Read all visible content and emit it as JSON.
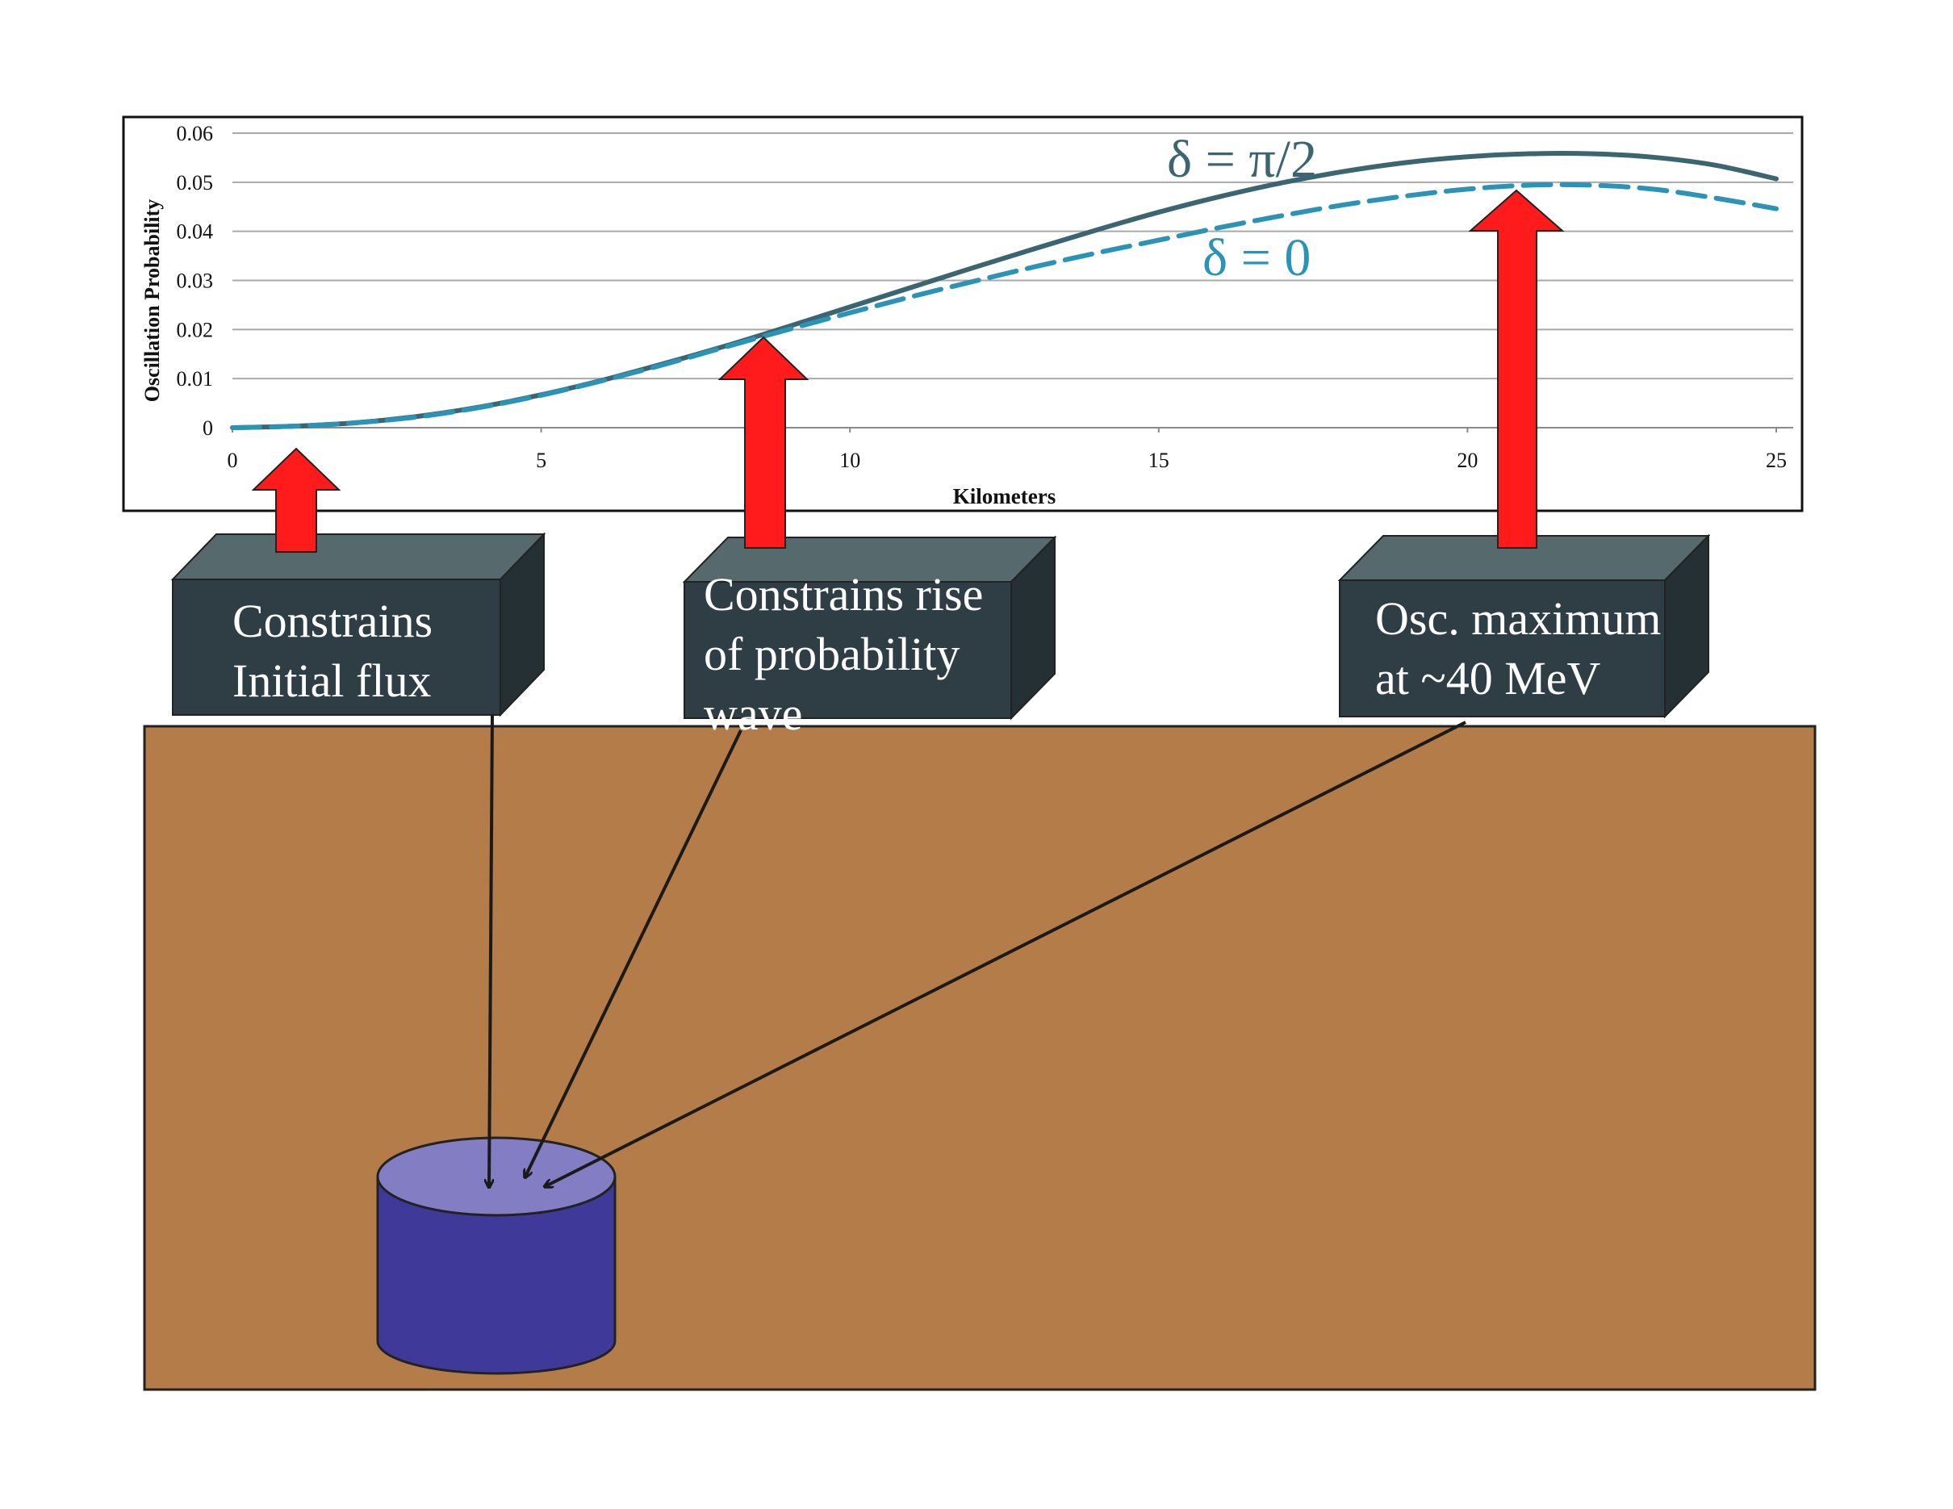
{
  "chart_data": {
    "type": "line",
    "xlabel": "Kilometers",
    "ylabel": "Oscillation Probability",
    "xlim": [
      0,
      25
    ],
    "ylim": [
      0,
      0.06
    ],
    "x_ticks": [
      "0",
      "5",
      "10",
      "15",
      "20",
      "25"
    ],
    "y_ticks": [
      "0",
      "0.01",
      "0.02",
      "0.03",
      "0.04",
      "0.05",
      "0.06"
    ],
    "grid": "horizontal",
    "series": [
      {
        "name": "δ = π/2",
        "style": "solid",
        "color": "#3b6570",
        "x": [
          0,
          1,
          2,
          3,
          4,
          5,
          6,
          7,
          8,
          9,
          10,
          11,
          12,
          13,
          14,
          15,
          16,
          17,
          18,
          19,
          20,
          21,
          22,
          23,
          24,
          25
        ],
        "values": [
          0,
          0.0003,
          0.001,
          0.0023,
          0.0042,
          0.0067,
          0.0097,
          0.0131,
          0.0167,
          0.0206,
          0.0246,
          0.0286,
          0.0326,
          0.0365,
          0.0403,
          0.0439,
          0.0471,
          0.0499,
          0.0522,
          0.054,
          0.0552,
          0.0558,
          0.0558,
          0.0551,
          0.0535,
          0.0507
        ]
      },
      {
        "name": "δ = 0",
        "style": "dashed",
        "color": "#2a93b6",
        "x": [
          0,
          1,
          2,
          3,
          4,
          5,
          6,
          7,
          8,
          9,
          10,
          11,
          12,
          13,
          14,
          15,
          16,
          17,
          18,
          19,
          20,
          21,
          22,
          23,
          24,
          25
        ],
        "values": [
          0,
          0.0003,
          0.001,
          0.0022,
          0.0041,
          0.0066,
          0.0096,
          0.0129,
          0.0165,
          0.02,
          0.0234,
          0.0267,
          0.0298,
          0.0328,
          0.0356,
          0.0382,
          0.0408,
          0.0432,
          0.0454,
          0.0472,
          0.0486,
          0.0494,
          0.0494,
          0.0486,
          0.0468,
          0.0446
        ]
      }
    ]
  },
  "boxes": [
    {
      "id": "initial",
      "text": "Constrains\nInitial flux"
    },
    {
      "id": "rise",
      "text": "Constrains rise\nof probability\nwave"
    },
    {
      "id": "max",
      "text": "Osc. maximum\nat ~40 MeV"
    }
  ],
  "colors": {
    "ground": "#b37c48",
    "box_front": "#2f3e44",
    "box_top": "#566a6e",
    "box_side": "#253035",
    "arrow_red": "#ff1b1b",
    "detector_body": "#3f3a99",
    "detector_top": "#837ec4",
    "solid_curve": "#3b6570",
    "dashed_curve": "#2a93b6"
  }
}
